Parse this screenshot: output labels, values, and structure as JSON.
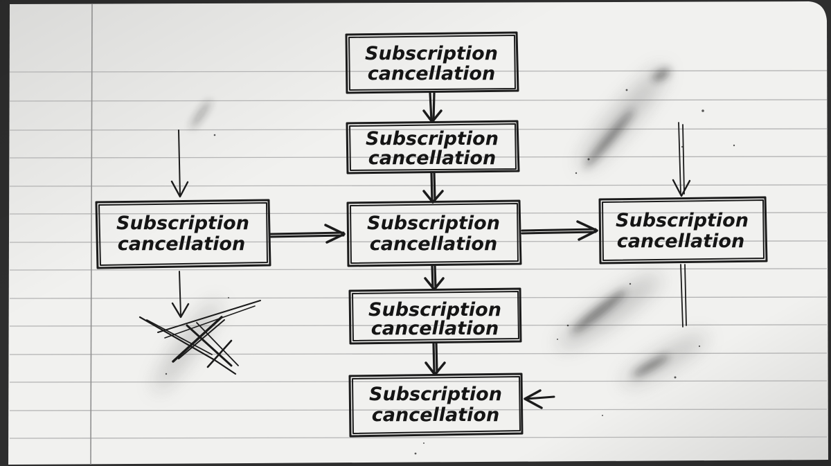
{
  "diagram": {
    "nodes": [
      {
        "id": "center-1",
        "line1": "Subscription",
        "line2": "cancellation"
      },
      {
        "id": "center-2",
        "line1": "Subscription",
        "line2": "cancellation"
      },
      {
        "id": "center-3",
        "line1": "Subscription",
        "line2": "cancellation"
      },
      {
        "id": "center-4",
        "line1": "Subscription",
        "line2": "cancellation"
      },
      {
        "id": "center-5",
        "line1": "Subscription",
        "line2": "cancellation"
      },
      {
        "id": "left",
        "line1": "Subscription",
        "line2": "cancellation"
      },
      {
        "id": "right",
        "line1": "Subscription",
        "line2": "cancellation"
      }
    ],
    "edges": [
      {
        "from": "center-1",
        "to": "center-2"
      },
      {
        "from": "center-2",
        "to": "center-3"
      },
      {
        "from": "center-3",
        "to": "center-4"
      },
      {
        "from": "center-4",
        "to": "center-5"
      },
      {
        "from": "left",
        "to": "center-3"
      },
      {
        "from": "center-3",
        "to": "right"
      }
    ]
  },
  "colors": {
    "paper": "#f1f1ef",
    "rule_line": "#b4b4b4",
    "margin_line": "#8f8f8f",
    "ink": "#1b1b1b"
  }
}
